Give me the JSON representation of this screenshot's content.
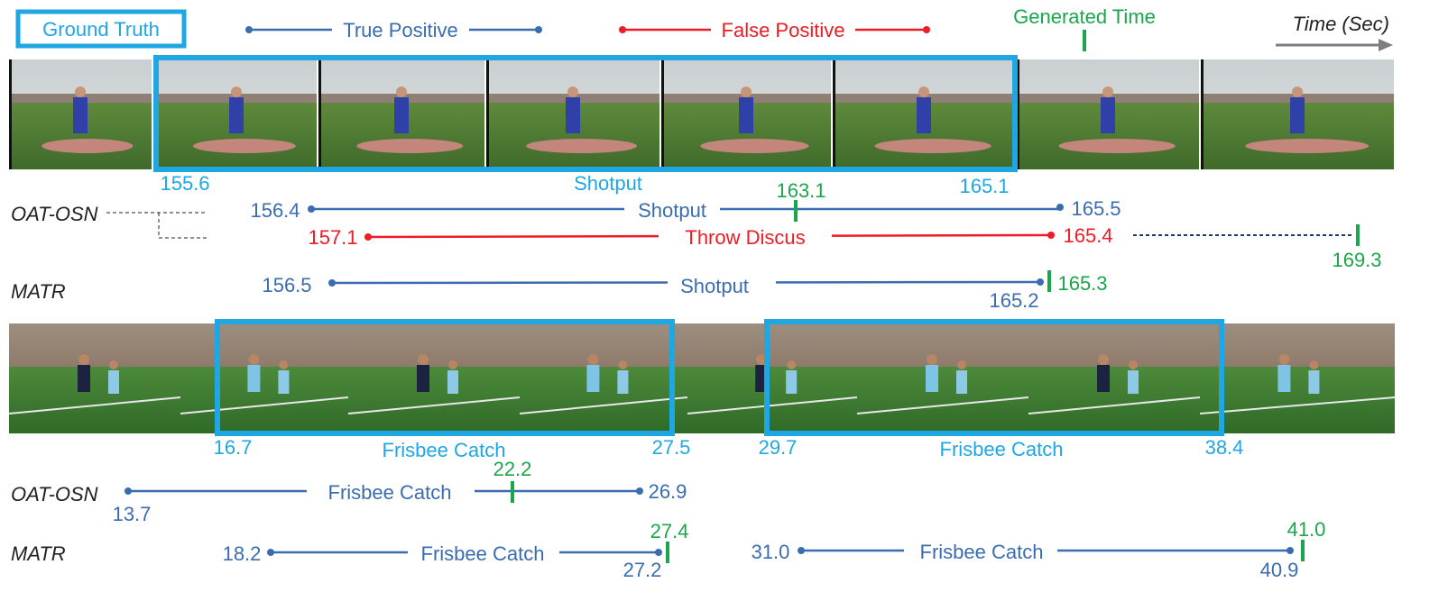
{
  "legend": {
    "ground_truth": "Ground Truth",
    "true_positive": "True Positive",
    "false_positive": "False Positive",
    "generated_time": "Generated Time",
    "time_axis": "Time (Sec)"
  },
  "colors": {
    "ground_truth": "#1ea7e3",
    "true_positive": "#3a6db0",
    "false_positive": "#ee1c24",
    "generated_time": "#1aa64a",
    "dashed_link": "#1f3a6b"
  },
  "methods": {
    "oat_osn": "OAT-OSN",
    "matr": "MATR"
  },
  "example1": {
    "gt": {
      "label": "Shotput",
      "start": "155.6",
      "end": "165.1"
    },
    "oat_osn_tp": {
      "label": "Shotput",
      "start": "156.4",
      "end": "165.5",
      "gen": "163.1"
    },
    "oat_osn_fp": {
      "label": "Throw Discus",
      "start": "157.1",
      "end": "165.4",
      "gen": "169.3"
    },
    "matr": {
      "label": "Shotput",
      "start": "156.5",
      "end": "165.2",
      "gen": "165.3"
    }
  },
  "example2": {
    "gt1": {
      "label": "Frisbee Catch",
      "start": "16.7",
      "end": "27.5"
    },
    "gt2": {
      "label": "Frisbee Catch",
      "start": "29.7",
      "end": "38.4"
    },
    "oat_osn": {
      "label": "Frisbee Catch",
      "start": "13.7",
      "end": "26.9",
      "gen": "22.2"
    },
    "matr1": {
      "label": "Frisbee Catch",
      "start": "18.2",
      "end": "27.2",
      "gen": "27.4"
    },
    "matr2": {
      "label": "Frisbee Catch",
      "start": "31.0",
      "end": "40.9",
      "gen": "41.0"
    }
  }
}
